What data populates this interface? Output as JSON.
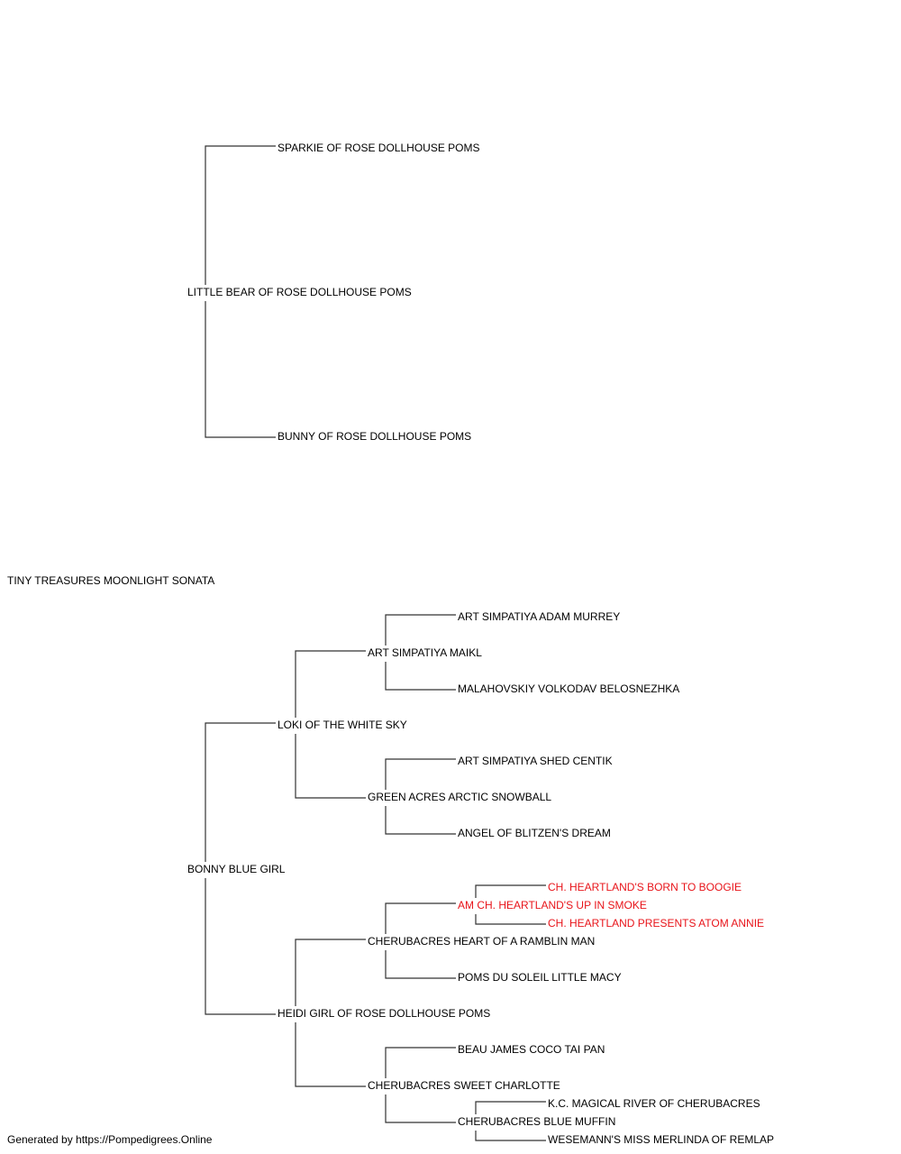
{
  "colors": {
    "line": "#333333",
    "text": "#000000",
    "highlight": "#e8141a"
  },
  "pedigree": {
    "subject": {
      "name": "TINY TREASURES MOONLIGHT SONATA"
    },
    "sire": {
      "name": "LITTLE BEAR OF ROSE DOLLHOUSE POMS",
      "sire": {
        "name": "SPARKIE OF ROSE DOLLHOUSE POMS"
      },
      "dam": {
        "name": "BUNNY OF ROSE DOLLHOUSE POMS"
      }
    },
    "dam": {
      "name": "BONNY BLUE GIRL",
      "sire": {
        "name": "LOKI OF THE WHITE SKY",
        "sire": {
          "name": "ART SIMPATIYA MAIKL",
          "sire": {
            "name": "ART SIMPATIYA ADAM MURREY"
          },
          "dam": {
            "name": "MALAHOVSKIY VOLKODAV BELOSNEZHKA"
          }
        },
        "dam": {
          "name": "GREEN ACRES ARCTIC SNOWBALL",
          "sire": {
            "name": "ART SIMPATIYA SHED CENTIK"
          },
          "dam": {
            "name": "ANGEL OF BLITZEN'S DREAM"
          }
        }
      },
      "dam": {
        "name": "HEIDI GIRL OF ROSE DOLLHOUSE POMS",
        "sire": {
          "name": "CHERUBACRES HEART OF A RAMBLIN MAN",
          "sire": {
            "name": "AM CH. HEARTLAND'S UP IN SMOKE",
            "highlight": true,
            "sire": {
              "name": "CH. HEARTLAND'S BORN TO BOOGIE",
              "highlight": true
            },
            "dam": {
              "name": "CH. HEARTLAND PRESENTS ATOM ANNIE",
              "highlight": true
            }
          },
          "dam": {
            "name": "POMS DU SOLEIL LITTLE MACY"
          }
        },
        "dam": {
          "name": "CHERUBACRES SWEET CHARLOTTE",
          "sire": {
            "name": "BEAU JAMES COCO TAI PAN"
          },
          "dam": {
            "name": "CHERUBACRES BLUE MUFFIN",
            "sire": {
              "name": "K.C. MAGICAL RIVER OF CHERUBACRES"
            },
            "dam": {
              "name": "WESEMANN'S MISS MERLINDA OF REMLAP"
            }
          }
        }
      }
    }
  },
  "footer": {
    "text": "Generated by https://Pompedigrees.Online"
  }
}
